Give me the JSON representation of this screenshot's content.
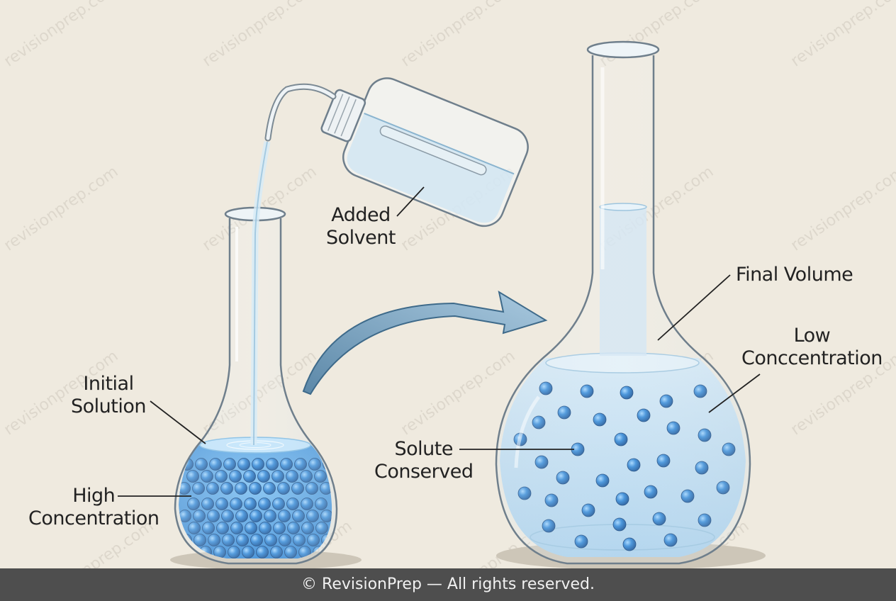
{
  "labels": {
    "added_solvent": [
      "Added",
      "Solvent"
    ],
    "initial_solution": [
      "Initial",
      "Solution"
    ],
    "high_concentration": [
      "High",
      "Concentration"
    ],
    "solute_conserved": [
      "Solute",
      "Conserved"
    ],
    "final_volume": "Final Volume",
    "low_concentration": [
      "Low",
      "Conccentration"
    ]
  },
  "watermark": "revisionprep.com",
  "footer": "© RevisionPrep — All rights reserved.",
  "colors": {
    "background": "#efeadf",
    "dense_solution": "#3d8fd8",
    "dilute_solution": "#bcdaef",
    "particle": "#2f7fd0",
    "arrow": "#7fa9c4",
    "footer_bar": "#4e4e4e"
  }
}
